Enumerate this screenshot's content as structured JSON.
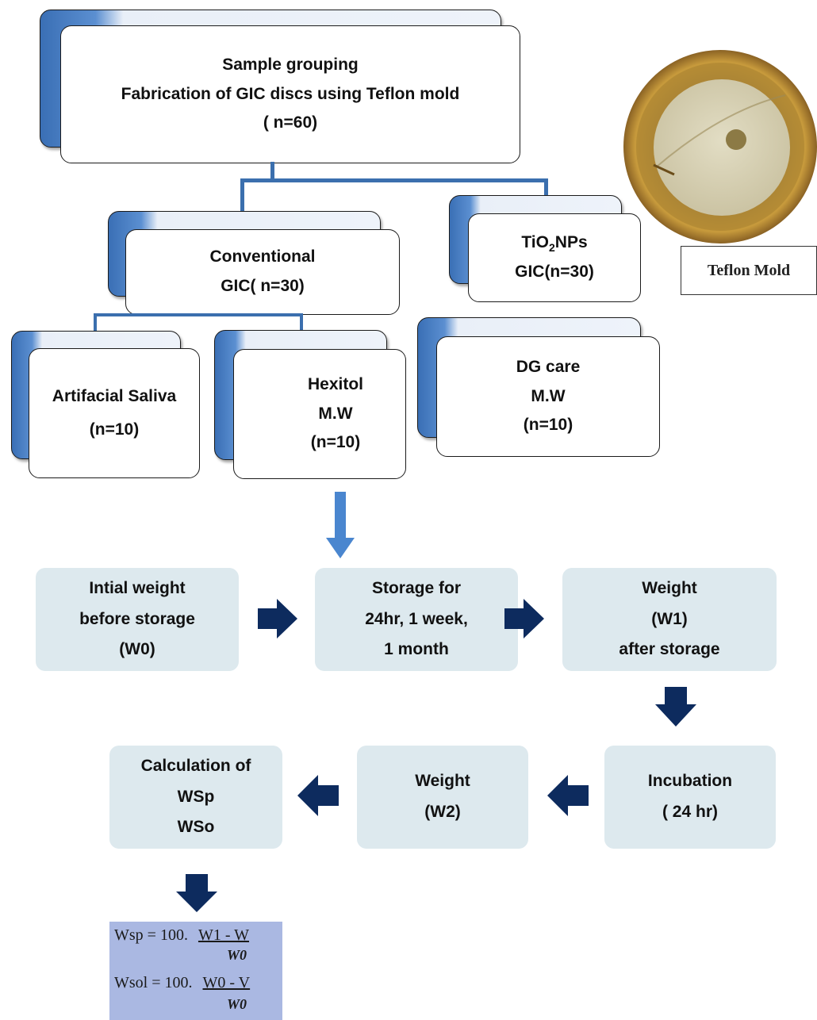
{
  "top_box": {
    "line1": "Sample grouping",
    "line2": "Fabrication of GIC discs using Teflon mold",
    "line3": "( n=60)"
  },
  "group_conventional": {
    "line1": "Conventional",
    "line2": "GIC( n=30)"
  },
  "group_tio2": {
    "line1_pre": "TiO",
    "line1_sub": "2",
    "line1_post": "NPs",
    "line2": "GIC(n=30)"
  },
  "sub_artificial": {
    "line1": "Artifacial Saliva",
    "line2": "(n=10)"
  },
  "sub_hexitol": {
    "line1": "Hexitol",
    "line2": "M.W",
    "line3": "(n=10)"
  },
  "sub_dgcare": {
    "line1": "DG care",
    "line2": "M.W",
    "line3": "(n=10)"
  },
  "photo_label": "Teflon Mold",
  "flow": {
    "initial": [
      "Intial weight",
      "before storage",
      "(W0)"
    ],
    "storage": [
      "Storage for",
      "24hr, 1 week,",
      "1 month"
    ],
    "weight1": [
      "Weight",
      "(W1)",
      "after storage"
    ],
    "incubation": [
      "Incubation",
      "( 24 hr)"
    ],
    "weight2": [
      "Weight",
      "(W2)"
    ],
    "calc": [
      "Calculation of",
      "WSp",
      "WSo"
    ]
  },
  "formula": {
    "row1_lhs": "Wsp = 100.",
    "row1_num": "W1 - W",
    "row1_den": "W0",
    "row2_lhs": "Wsol = 100.",
    "row2_num": "W0 - V",
    "row2_den": "W0"
  },
  "colors": {
    "accent": "#3b6fae",
    "arrow_dark": "#0d2b5e",
    "arrow_blue": "#4a86cf",
    "flow_fill": "#dde9ee",
    "formula_fill": "#aab8e2"
  }
}
